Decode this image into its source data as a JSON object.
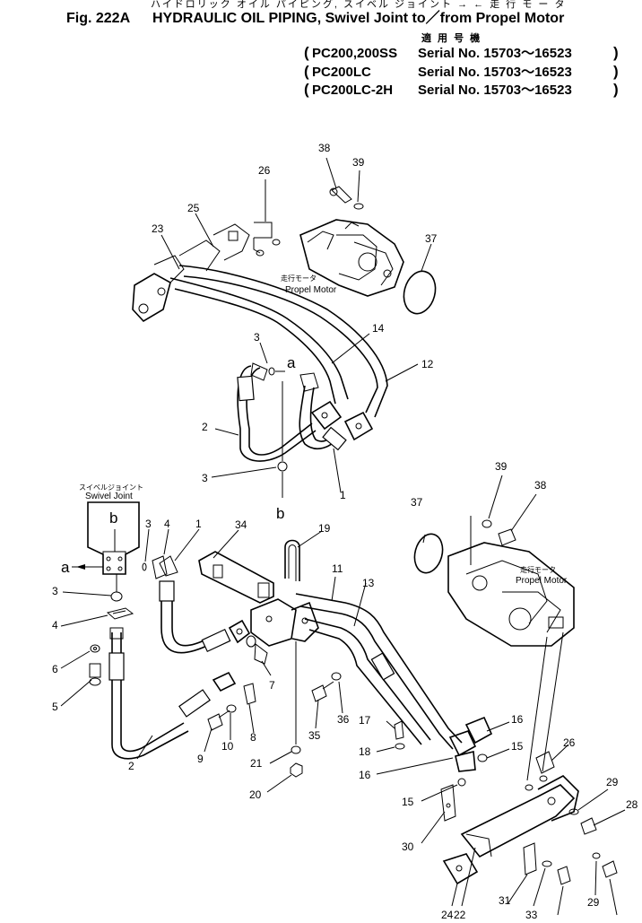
{
  "header": {
    "jp_title": "ハイドロリック オイル パイピング, スイベル ジョイント → ← 走 行 モ ー タ",
    "fig_label": "Fig. 222A",
    "title": "HYDRAULIC OIL PIPING, Swivel Joint to／from Propel Motor",
    "applicable_jp": "適 用 号 機",
    "serials": [
      {
        "model": "PC200,200SS",
        "serial": "Serial No. 15703～16523"
      },
      {
        "model": "PC200LC",
        "serial": "Serial No. 15703～16523"
      },
      {
        "model": "PC200LC-2H",
        "serial": "Serial No. 15703～16523"
      }
    ]
  },
  "labels": {
    "propel_motor_jp": "走行モータ",
    "propel_motor": "Propel Motor",
    "swivel_joint_jp": "スイベルジョイント",
    "swivel_joint": "Swivel Joint",
    "a": "a",
    "b": "b"
  },
  "part_numbers": {
    "p1": "1",
    "p2": "2",
    "p3": "3",
    "p4": "4",
    "p5": "5",
    "p6": "6",
    "p7": "7",
    "p8": "8",
    "p9": "9",
    "p10": "10",
    "p11": "11",
    "p12": "12",
    "p13": "13",
    "p14": "14",
    "p15": "15",
    "p16": "16",
    "p17": "17",
    "p18": "18",
    "p19": "19",
    "p20": "20",
    "p21": "21",
    "p22": "22",
    "p23": "23",
    "p24": "24",
    "p25": "25",
    "p26": "26",
    "p28": "28",
    "p29": "29",
    "p30": "30",
    "p31": "31",
    "p33": "33",
    "p34": "34",
    "p35": "35",
    "p36": "36",
    "p37": "37",
    "p38": "38",
    "p39": "39"
  }
}
